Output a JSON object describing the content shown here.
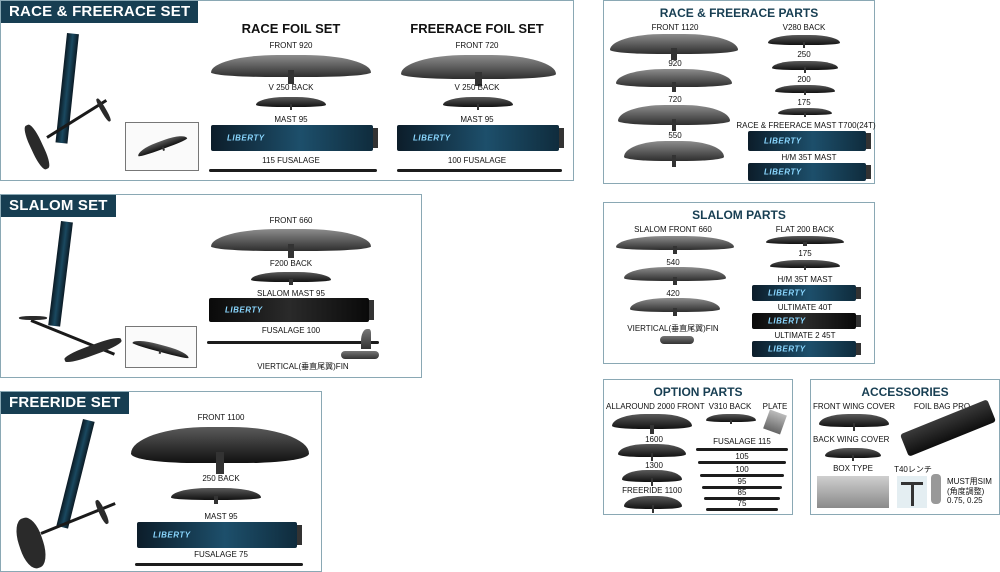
{
  "race_set": {
    "tag": "RACE & FREERACE SET",
    "race_title": "RACE FOIL SET",
    "freerace_title": "FREERACE FOIL SET",
    "race_items": {
      "front": "FRONT 920",
      "back": "V 250 BACK",
      "mast": "MAST 95",
      "fuse": "115 FUSALAGE"
    },
    "freerace_items": {
      "front": "FRONT 720",
      "back": "V 250 BACK",
      "mast": "MAST 95",
      "fuse": "100 FUSALAGE"
    },
    "logo": "LIBERTY"
  },
  "slalom_set": {
    "tag": "SLALOM SET",
    "items": {
      "front": "FRONT 660",
      "back": "F200 BACK",
      "mast": "SLALOM MAST 95",
      "fuse": "FUSALAGE 100",
      "fin": "VIERTICAL(垂直尾翼)FIN"
    }
  },
  "freeride_set": {
    "tag": "FREERIDE SET",
    "items": {
      "front": "FRONT 1100",
      "back": "250 BACK",
      "mast": "MAST 95",
      "fuse": "FUSALAGE 75"
    }
  },
  "race_parts": {
    "title": "RACE & FREERACE PARTS",
    "fronts": [
      "FRONT 1120",
      "920",
      "720",
      "550"
    ],
    "backs": [
      "V280 BACK",
      "250",
      "200",
      "175"
    ],
    "mast1": "RACE & FREERACE MAST T700(24T)",
    "mast2": "H/M 35T MAST"
  },
  "slalom_parts": {
    "title": "SLALOM PARTS",
    "fronts": [
      "SLALOM FRONT 660",
      "540",
      "420"
    ],
    "fin": "VIERTICAL(垂直尾翼)FIN",
    "backs": [
      "FLAT 200 BACK",
      "175"
    ],
    "masts": [
      "H/M 35T MAST",
      "ULTIMATE 40T",
      "ULTIMATE 2 45T"
    ]
  },
  "option_parts": {
    "title": "OPTION PARTS",
    "fronts": [
      "ALLAROUND 2000 FRONT",
      "1600",
      "1300",
      "FREERIDE 1100"
    ],
    "back": "V310 BACK",
    "plate": "PLATE",
    "fuse_title": "FUSALAGE 115",
    "fuses": [
      "105",
      "100",
      "95",
      "85",
      "75"
    ]
  },
  "accessories": {
    "title": "ACCESSORIES",
    "front_cover": "FRONT WING COVER",
    "bag": "FOIL BAG PRO",
    "back_cover": "BACK WING COVER",
    "box": "BOX TYPE",
    "wrench": "T40レンチ",
    "shim1": "MUST用SIM",
    "shim2": "(角度調整)",
    "shim3": "0.75, 0.25"
  },
  "colors": {
    "tag_bg": "#173e52",
    "border": "#8aa8b4",
    "mast": "#1d4f6b"
  }
}
